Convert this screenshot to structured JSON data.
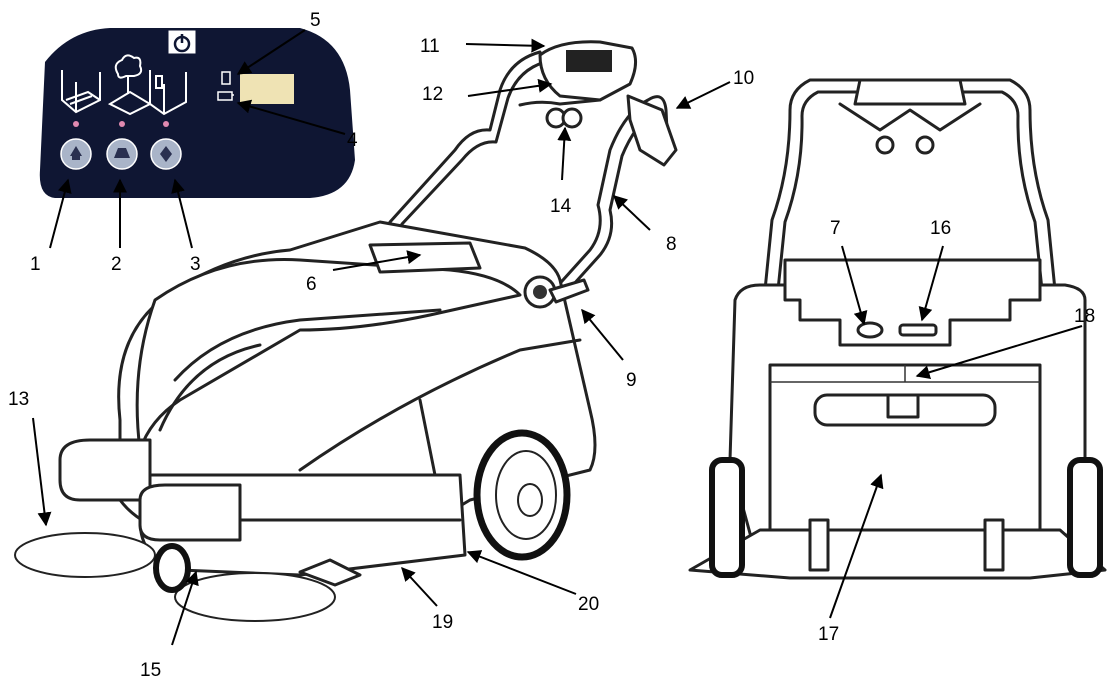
{
  "colors": {
    "panel_bg": "#0f1633",
    "button_face": "#a9b4c8",
    "indicator_dot": "#e08ab0",
    "display_window": "#efe3b4",
    "line": "#000000"
  },
  "control_panel": {
    "icons": [
      "power-icon",
      "indoor-mode-icon",
      "outdoor-mode-icon",
      "wall-mode-icon",
      "filter-indicator-icon",
      "battery-indicator-icon"
    ],
    "buttons": [
      "mode-indoor-button",
      "mode-outdoor-button",
      "mode-wall-button"
    ]
  },
  "callouts": [
    {
      "id": "c1",
      "label": "1"
    },
    {
      "id": "c2",
      "label": "2"
    },
    {
      "id": "c3",
      "label": "3"
    },
    {
      "id": "c4",
      "label": "4"
    },
    {
      "id": "c5",
      "label": "5"
    },
    {
      "id": "c6",
      "label": "6"
    },
    {
      "id": "c7",
      "label": "7"
    },
    {
      "id": "c8",
      "label": "8"
    },
    {
      "id": "c9",
      "label": "9"
    },
    {
      "id": "c10",
      "label": "10"
    },
    {
      "id": "c11",
      "label": "11"
    },
    {
      "id": "c12",
      "label": "12"
    },
    {
      "id": "c13",
      "label": "13"
    },
    {
      "id": "c14",
      "label": "14"
    },
    {
      "id": "c15",
      "label": "15"
    },
    {
      "id": "c16",
      "label": "16"
    },
    {
      "id": "c17",
      "label": "17"
    },
    {
      "id": "c18",
      "label": "18"
    },
    {
      "id": "c19",
      "label": "19"
    },
    {
      "id": "c20",
      "label": "20"
    }
  ]
}
